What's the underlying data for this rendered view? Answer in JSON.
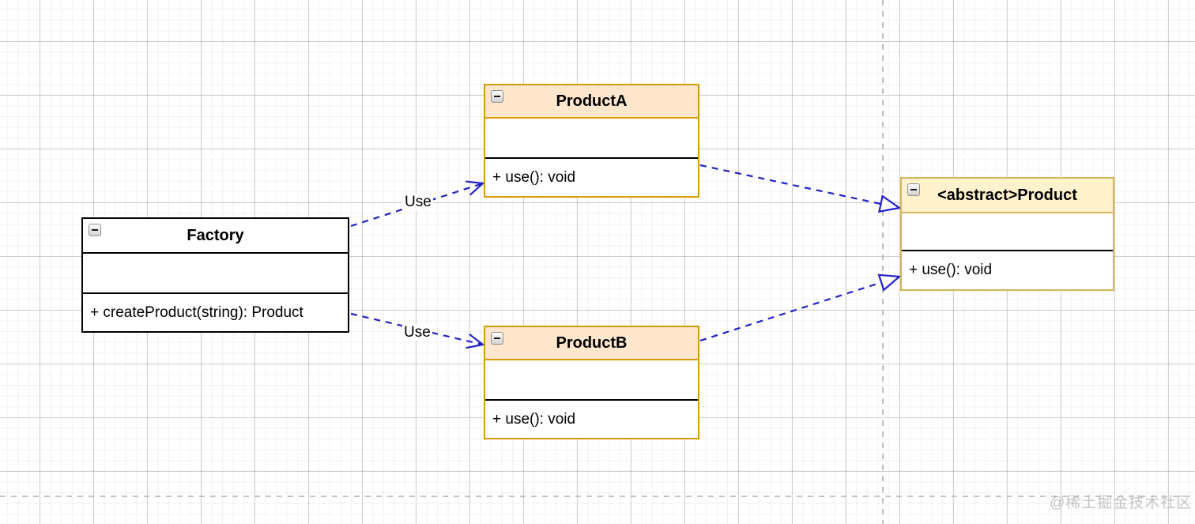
{
  "diagram": {
    "classes": [
      {
        "name": "Factory",
        "attributes": [],
        "methods": [
          "+ createProduct(string): Product"
        ],
        "header_fill": "#ffffff",
        "stroke": "#000000"
      },
      {
        "name": "ProductA",
        "attributes": [],
        "methods": [
          "+ use(): void"
        ],
        "header_fill": "#ffe6cc",
        "stroke": "#d79b00"
      },
      {
        "name": "ProductB",
        "attributes": [],
        "methods": [
          "+ use(): void"
        ],
        "header_fill": "#ffe6cc",
        "stroke": "#d79b00"
      },
      {
        "name": "<abstract>Product",
        "attributes": [],
        "methods": [
          "+ use(): void"
        ],
        "header_fill": "#fff2cc",
        "stroke": "#d6b656"
      }
    ],
    "edges": [
      {
        "from": "Factory",
        "to": "ProductA",
        "type": "dependency",
        "label": "Use"
      },
      {
        "from": "Factory",
        "to": "ProductB",
        "type": "dependency",
        "label": "Use"
      },
      {
        "from": "ProductA",
        "to": "<abstract>Product",
        "type": "realization",
        "label": ""
      },
      {
        "from": "ProductB",
        "to": "<abstract>Product",
        "type": "realization",
        "label": ""
      }
    ],
    "edge_color": "#2121c8",
    "icons": {
      "collapse": "minus-box"
    }
  },
  "watermark": {
    "text": "@稀土掘金技术社区"
  }
}
